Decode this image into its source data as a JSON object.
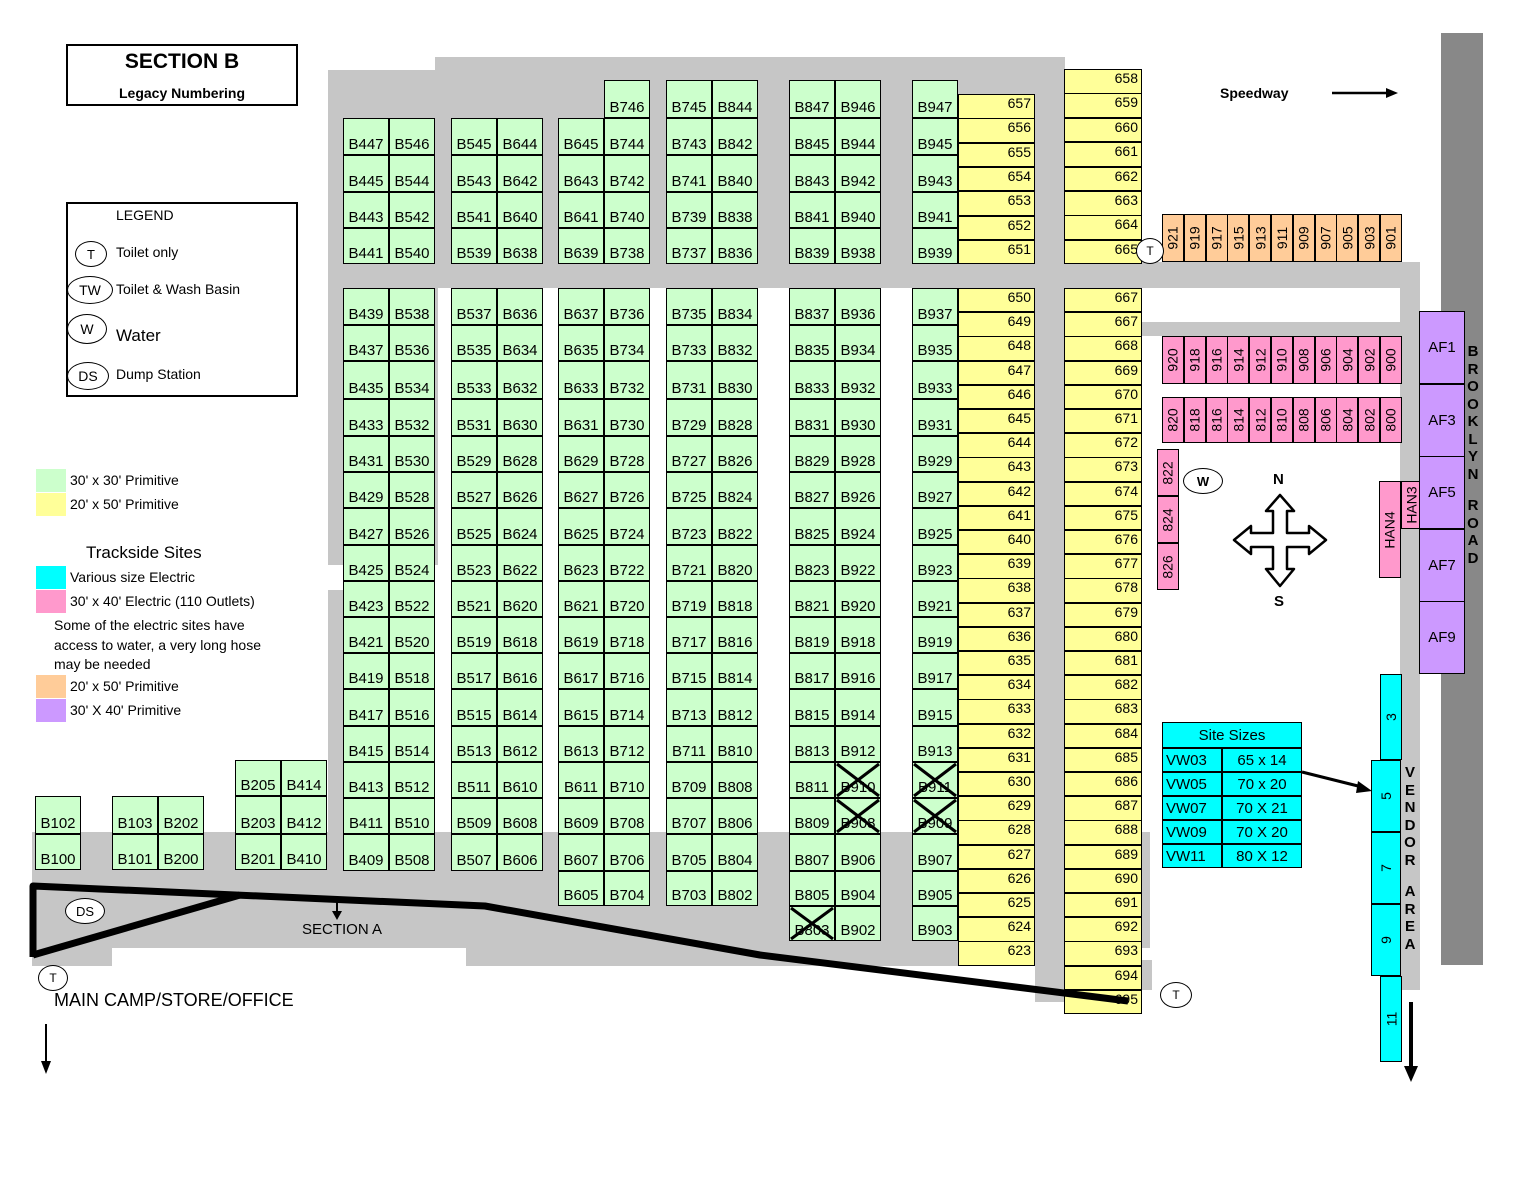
{
  "title": "SECTION B",
  "subtitle": "Legacy Numbering",
  "colors": {
    "road": "#c6c6c6",
    "speedway_road": "#888888",
    "primitive_30x30": "#ccffcc",
    "primitive_20x50": "#ffff99",
    "electric_various": "#00ffff",
    "electric_30x40": "#ff99cc",
    "primitive_20x50_trackside": "#ffcc99",
    "primitive_30x40_trackside": "#cc99ff"
  },
  "legend": {
    "heading": "LEGEND",
    "symbols": [
      {
        "code": "T",
        "label": "Toilet only"
      },
      {
        "code": "TW",
        "label": "Toilet & Wash Basin"
      },
      {
        "code": "W",
        "label": "Water"
      },
      {
        "code": "DS",
        "label": "Dump Station"
      }
    ],
    "swatches": [
      {
        "color": "#ccffcc",
        "label": "30' x 30' Primitive"
      },
      {
        "color": "#ffff99",
        "label": "20' x 50' Primitive"
      }
    ],
    "trackside_heading": "Trackside Sites",
    "trackside": [
      {
        "color": "#00ffff",
        "label": "Various size Electric"
      },
      {
        "color": "#ff99cc",
        "label": "30' x 40' Electric (110 Outlets)"
      }
    ],
    "note": [
      "Some of the electric sites have",
      "access to water, a very long hose",
      "may be needed"
    ],
    "trackside2": [
      {
        "color": "#ffcc99",
        "label": "20' x 50' Primitive"
      },
      {
        "color": "#cc99ff",
        "label": "30' X 40' Primitive"
      }
    ]
  },
  "labels": {
    "speedway": "Speedway",
    "section_a": "SECTION A",
    "main_camp": "MAIN CAMP/STORE/OFFICE",
    "compass_n": "N",
    "compass_s": "S"
  },
  "vertical_labels": {
    "brooklyn_road": [
      "B",
      "R",
      "O",
      "O",
      "K",
      "L",
      "Y",
      "N",
      "R",
      "O",
      "A",
      "D"
    ],
    "vendor_area": [
      "V",
      "E",
      "N",
      "D",
      "O",
      "R",
      "A",
      "R",
      "E",
      "A"
    ]
  },
  "site_sizes": {
    "title": "Site Sizes",
    "rows": [
      {
        "site": "VW03",
        "size": "65 x 14"
      },
      {
        "site": "VW05",
        "size": "70 x 20"
      },
      {
        "site": "VW07",
        "size": "70 X 21"
      },
      {
        "site": "VW09",
        "size": "70 X 20"
      },
      {
        "site": "VW11",
        "size": "80 X 12"
      }
    ]
  },
  "markers": [
    {
      "code": "T",
      "near": "665"
    },
    {
      "code": "W",
      "near": "822"
    },
    {
      "code": "DS",
      "near": "B100"
    },
    {
      "code": "T",
      "near": "MAIN CAMP/STORE/OFFICE"
    },
    {
      "code": "T",
      "near": "695"
    }
  ],
  "sites": {
    "upper_block": [
      [
        "B447",
        "B546",
        "B545",
        "B644",
        "B645",
        "B744",
        "B743",
        "B842",
        "B845",
        "B944",
        "B945"
      ],
      [
        "B445",
        "B544",
        "B543",
        "B642",
        "B643",
        "B742",
        "B741",
        "B840",
        "B843",
        "B942",
        "B943"
      ],
      [
        "B443",
        "B542",
        "B541",
        "B640",
        "B641",
        "B740",
        "B739",
        "B838",
        "B841",
        "B940",
        "B941"
      ],
      [
        "B441",
        "B540",
        "B539",
        "B638",
        "B639",
        "B738",
        "B737",
        "B836",
        "B839",
        "B938",
        "B939"
      ]
    ],
    "top_row": [
      "B746",
      "B745",
      "B844",
      "B847",
      "B946",
      "B947"
    ],
    "lower_block": [
      [
        "B439",
        "B538",
        "B537",
        "B636",
        "B637",
        "B736",
        "B735",
        "B834",
        "B837",
        "B936",
        "B937"
      ],
      [
        "B437",
        "B536",
        "B535",
        "B634",
        "B635",
        "B734",
        "B733",
        "B832",
        "B835",
        "B934",
        "B935"
      ],
      [
        "B435",
        "B534",
        "B533",
        "B632",
        "B633",
        "B732",
        "B731",
        "B830",
        "B833",
        "B932",
        "B933"
      ],
      [
        "B433",
        "B532",
        "B531",
        "B630",
        "B631",
        "B730",
        "B729",
        "B828",
        "B831",
        "B930",
        "B931"
      ],
      [
        "B431",
        "B530",
        "B529",
        "B628",
        "B629",
        "B728",
        "B727",
        "B826",
        "B829",
        "B928",
        "B929"
      ],
      [
        "B429",
        "B528",
        "B527",
        "B626",
        "B627",
        "B726",
        "B725",
        "B824",
        "B827",
        "B926",
        "B927"
      ],
      [
        "B427",
        "B526",
        "B525",
        "B624",
        "B625",
        "B724",
        "B723",
        "B822",
        "B825",
        "B924",
        "B925"
      ],
      [
        "B425",
        "B524",
        "B523",
        "B622",
        "B623",
        "B722",
        "B721",
        "B820",
        "B823",
        "B922",
        "B923"
      ],
      [
        "B423",
        "B522",
        "B521",
        "B620",
        "B621",
        "B720",
        "B719",
        "B818",
        "B821",
        "B920",
        "B921"
      ],
      [
        "B421",
        "B520",
        "B519",
        "B618",
        "B619",
        "B718",
        "B717",
        "B816",
        "B819",
        "B918",
        "B919"
      ],
      [
        "B419",
        "B518",
        "B517",
        "B616",
        "B617",
        "B716",
        "B715",
        "B814",
        "B817",
        "B916",
        "B917"
      ],
      [
        "B417",
        "B516",
        "B515",
        "B614",
        "B615",
        "B714",
        "B713",
        "B812",
        "B815",
        "B914",
        "B915"
      ],
      [
        "B415",
        "B514",
        "B513",
        "B612",
        "B613",
        "B712",
        "B711",
        "B810",
        "B813",
        "B912",
        "B913"
      ],
      [
        "B413",
        "B512",
        "B511",
        "B610",
        "B611",
        "B710",
        "B709",
        "B808",
        "B811",
        "B910",
        "B911"
      ],
      [
        "B411",
        "B510",
        "B509",
        "B608",
        "B609",
        "B708",
        "B707",
        "B806",
        "B809",
        "B908",
        "B909"
      ],
      [
        "B409",
        "B508",
        "B507",
        "B606",
        "B607",
        "B706",
        "B705",
        "B804",
        "B807",
        "B906",
        "B907"
      ]
    ],
    "bottom_rows": [
      [
        "B605",
        "B704",
        "B703",
        "B802",
        "B805",
        "B904",
        "B905"
      ],
      [
        "B803",
        "B902",
        "B903"
      ]
    ],
    "crossed": [
      "B910",
      "B911",
      "B908",
      "B909",
      "B803"
    ],
    "far_left": [
      [
        "B205",
        "B414"
      ],
      [
        "B102",
        "B103",
        "B202",
        "B203",
        "B412"
      ],
      [
        "B100",
        "B101",
        "B200",
        "B201",
        "B410"
      ]
    ],
    "yellow_left_upper": [
      "657",
      "656",
      "655",
      "654",
      "653",
      "652",
      "651"
    ],
    "yellow_left_lower": [
      "650",
      "649",
      "648",
      "647",
      "646",
      "645",
      "644",
      "643",
      "642",
      "641",
      "640",
      "639",
      "638",
      "637",
      "636",
      "635",
      "634",
      "633",
      "632",
      "631",
      "630",
      "629",
      "628",
      "627",
      "626",
      "625",
      "624",
      "623"
    ],
    "yellow_right_upper": [
      "658",
      "659",
      "660",
      "661",
      "662",
      "663",
      "664",
      "665"
    ],
    "yellow_right_lower": [
      "667",
      "667",
      "668",
      "669",
      "670",
      "671",
      "672",
      "673",
      "674",
      "675",
      "676",
      "677",
      "678",
      "679",
      "680",
      "681",
      "682",
      "683",
      "684",
      "685",
      "686",
      "687",
      "688",
      "689",
      "690",
      "691",
      "692",
      "693",
      "694",
      "695"
    ],
    "orange": [
      "921",
      "919",
      "917",
      "915",
      "913",
      "911",
      "909",
      "907",
      "905",
      "903",
      "901"
    ],
    "pink_row1": [
      "920",
      "918",
      "916",
      "914",
      "912",
      "910",
      "908",
      "906",
      "904",
      "902",
      "900"
    ],
    "pink_row2": [
      "820",
      "818",
      "816",
      "814",
      "812",
      "810",
      "808",
      "806",
      "804",
      "802",
      "800"
    ],
    "pink_left": [
      "822",
      "824",
      "826"
    ],
    "pink_han": [
      "HAN4",
      "HAN3"
    ],
    "purple": [
      "AF1",
      "AF3",
      "AF5",
      "AF7",
      "AF9"
    ],
    "cyan": [
      "3",
      "5",
      "7",
      "9",
      "11"
    ]
  }
}
